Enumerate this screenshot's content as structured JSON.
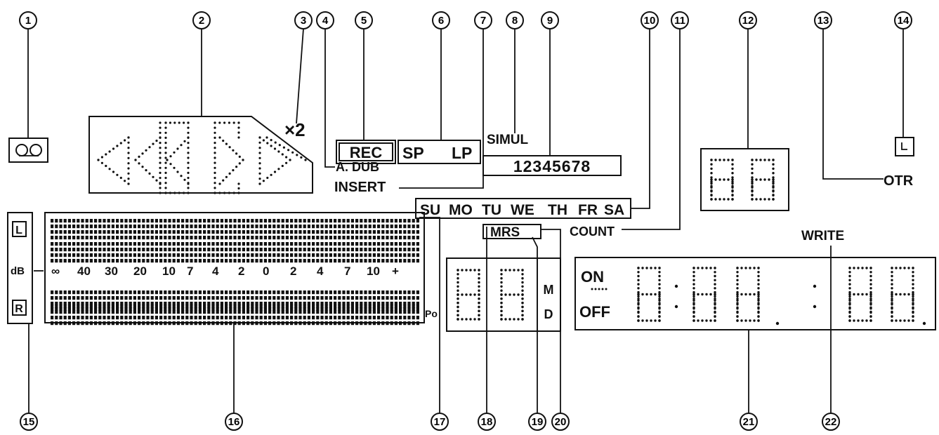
{
  "callouts": [
    "1",
    "2",
    "3",
    "4",
    "5",
    "6",
    "7",
    "8",
    "9",
    "10",
    "11",
    "12",
    "13",
    "14",
    "15",
    "16",
    "17",
    "18",
    "19",
    "20",
    "21",
    "22"
  ],
  "labels": {
    "x2": "×2",
    "a_dub": "A. DUB",
    "insert": "INSERT",
    "rec": "REC",
    "sp": "SP",
    "lp": "LP",
    "simul": "SIMUL",
    "channels": "12345678",
    "days": [
      "SU",
      "MO",
      "TU",
      "WE",
      "TH",
      "FR",
      "SA"
    ],
    "mrs": "MRS",
    "count": "COUNT",
    "otr": "OTR",
    "write": "WRITE",
    "level_l": "L",
    "level_r": "R",
    "db": "dB",
    "scale": [
      "∞",
      "40",
      "30",
      "20",
      "10",
      "7",
      "4",
      "2",
      "0",
      "2",
      "4",
      "7",
      "10",
      "+"
    ],
    "po": "Po",
    "m": "M",
    "d": "D",
    "on": "ON",
    "off": "OFF"
  }
}
